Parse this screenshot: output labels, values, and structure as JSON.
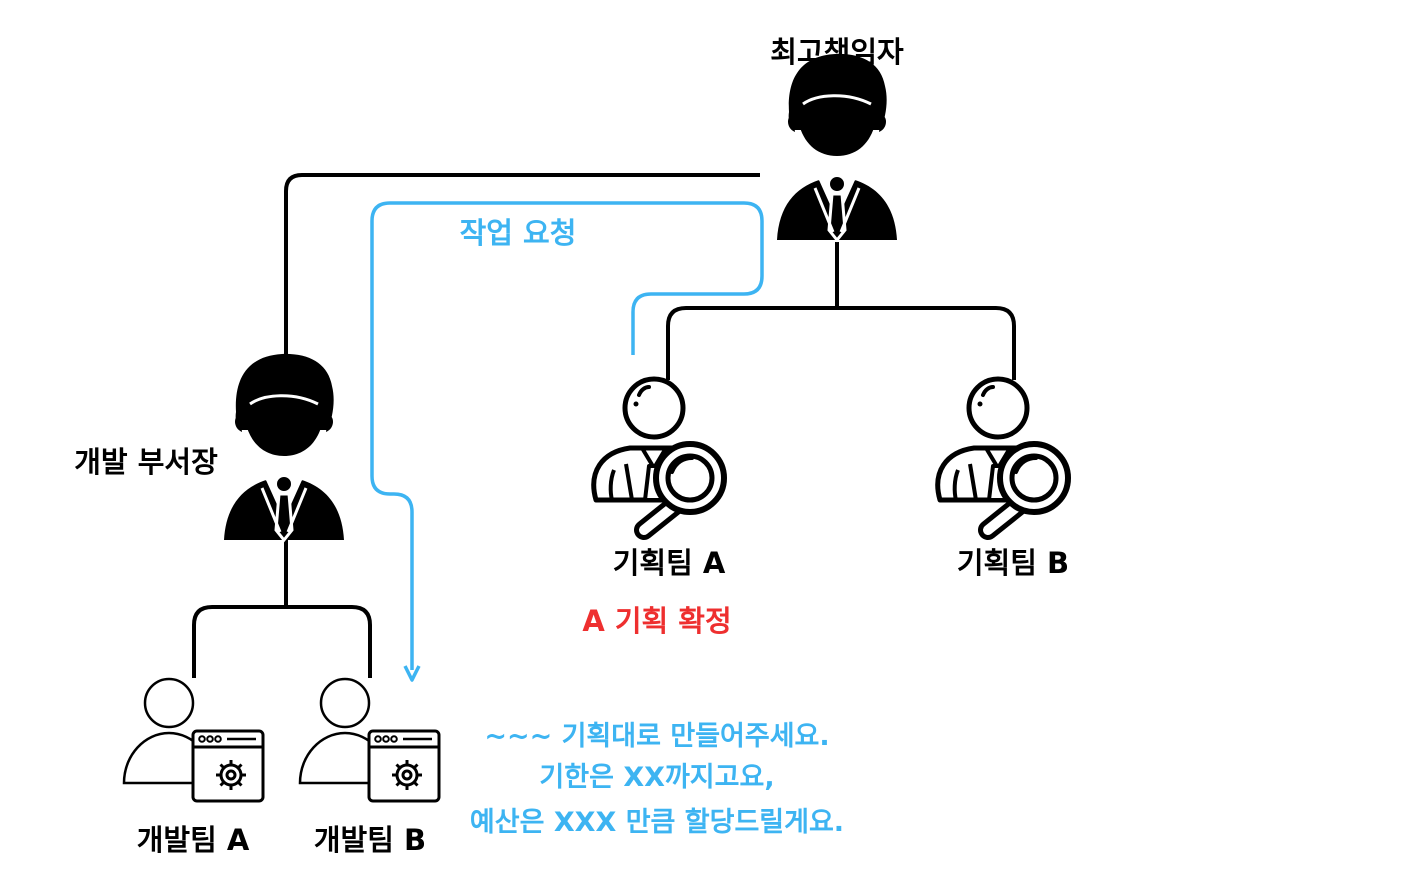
{
  "nodes": {
    "ceo": "최고책임자",
    "dev_head": "개발 부서장",
    "plan_a": "기획팀 A",
    "plan_b": "기획팀 B",
    "dev_a": "개발팀 A",
    "dev_b": "개발팀 B"
  },
  "annotations": {
    "request": "작업 요청",
    "confirmed": "A 기획 확정",
    "message": [
      "~~~ 기획대로 만들어주세요.",
      "기한은 XX까지고요,",
      "예산은 XXX 만큼 할당드릴게요."
    ]
  },
  "colors": {
    "line": "#000000",
    "flow": "#3db4f2",
    "confirm": "#ee2f2f"
  },
  "icons": {
    "ceo": "executive-icon",
    "dev_head": "executive-icon",
    "plan_team": "analyst-search-icon",
    "dev_team": "developer-settings-icon"
  }
}
